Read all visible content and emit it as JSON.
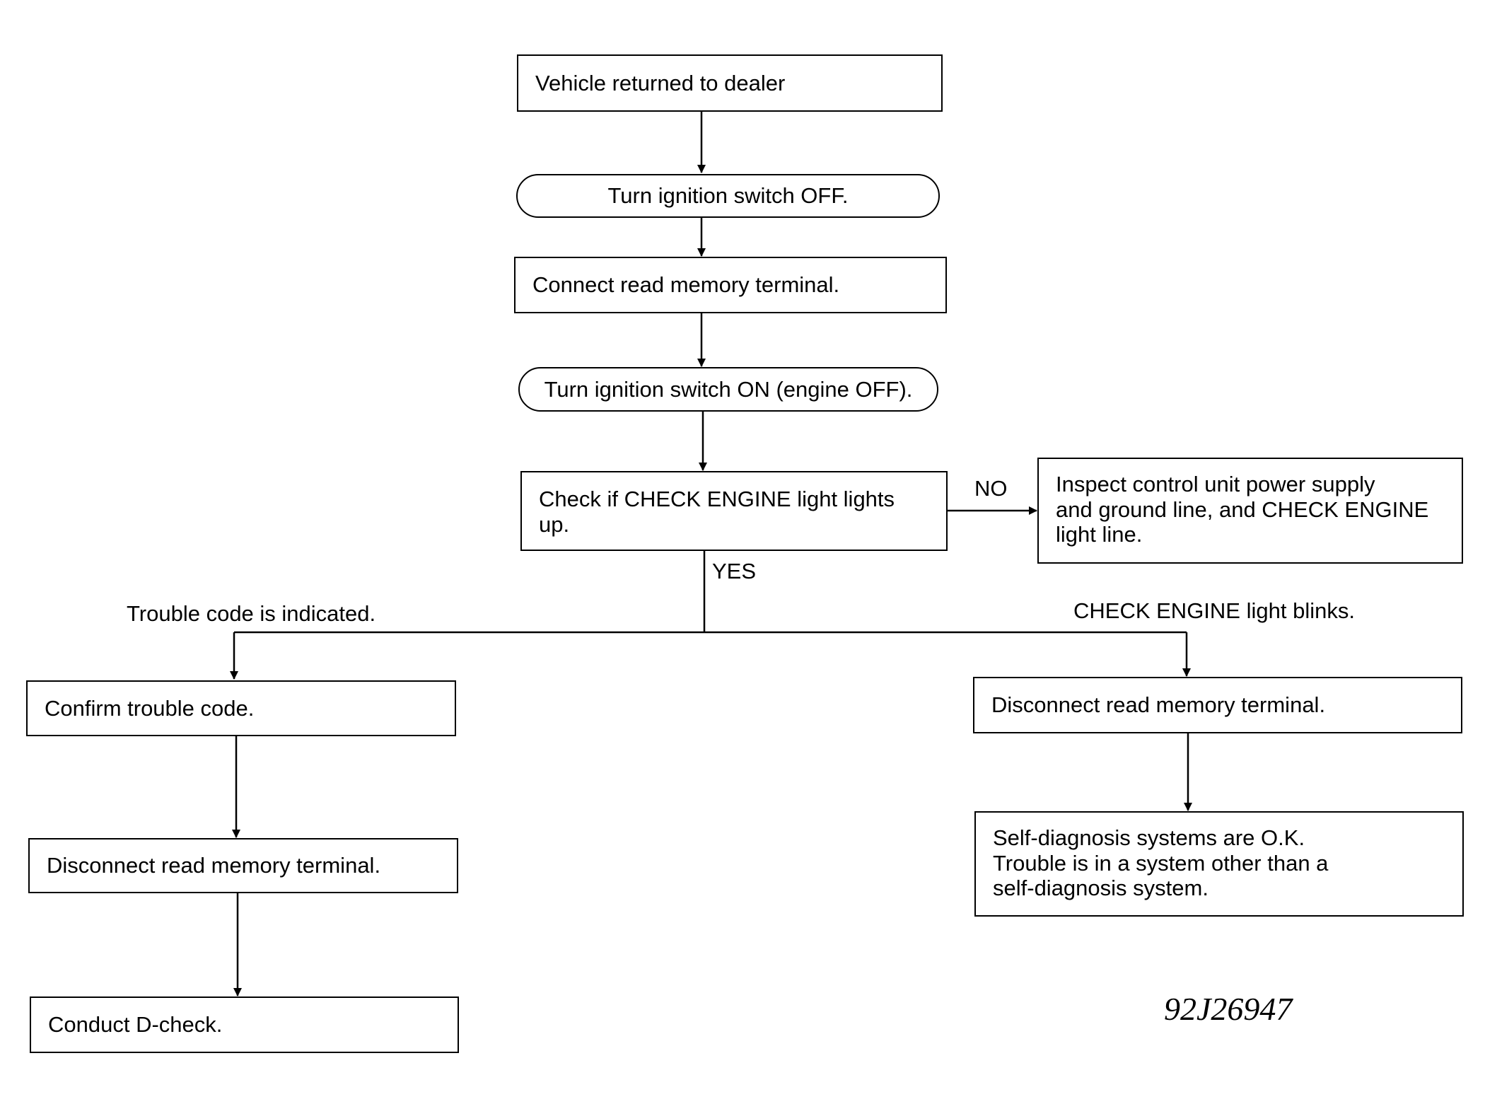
{
  "nodes": {
    "vehicle_returned": "Vehicle returned to dealer",
    "ignition_off": "Turn ignition switch OFF.",
    "connect_terminal": "Connect read memory terminal.",
    "ignition_on": "Turn ignition switch ON (engine OFF).",
    "check_light": "Check if CHECK ENGINE light lights\nup.",
    "inspect": "Inspect control unit power supply\nand ground line, and CHECK ENGINE\nlight line.",
    "confirm_code": "Confirm trouble code.",
    "disconnect_left": "Disconnect read memory terminal.",
    "conduct_dcheck": "Conduct D-check.",
    "disconnect_right": "Disconnect read memory terminal.",
    "self_diag_ok": "Self-diagnosis systems are O.K.\nTrouble is in a system other than a\nself-diagnosis system."
  },
  "labels": {
    "no": "NO",
    "yes": "YES",
    "trouble_indicated": "Trouble code is indicated.",
    "light_blinks": "CHECK ENGINE light blinks."
  },
  "figure_id": "92J26947"
}
